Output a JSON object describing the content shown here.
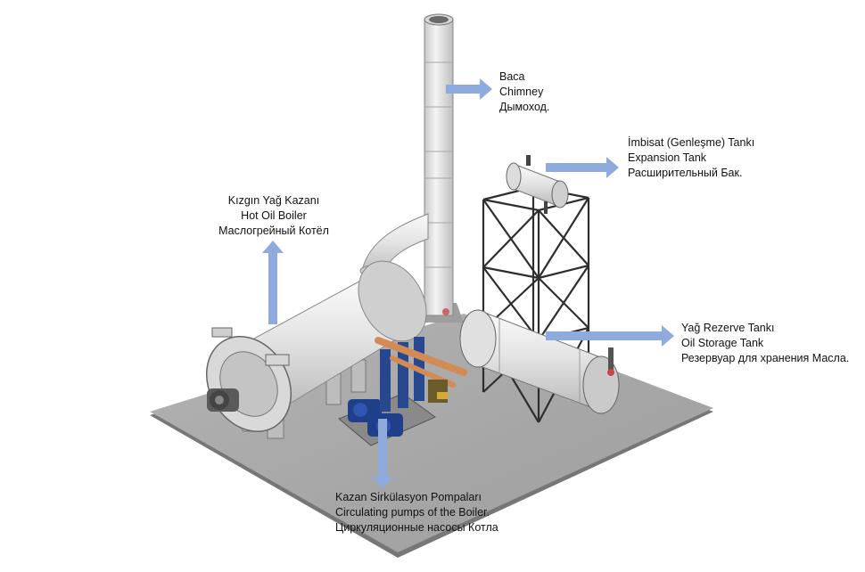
{
  "colors": {
    "arrow": "#8faadc",
    "ground": "#a9a9a9",
    "steel": "#e6e6e6",
    "frame": "#303030",
    "pump": "#1f3f8a",
    "pipe_accent": "#d48a55"
  },
  "labels": {
    "chimney": {
      "tr": "Baca",
      "en": "Chimney",
      "ru": "Дымоход."
    },
    "expansion_tank": {
      "tr": "İmbisat (Genleşme) Tankı",
      "en": "Expansion Tank",
      "ru": "Расширительный Бак."
    },
    "boiler": {
      "tr": "Kızgın Yağ Kazanı",
      "en": "Hot Oil Boiler",
      "ru": "Маслогрейный Котёл"
    },
    "storage_tank": {
      "tr": "Yağ Rezerve Tankı",
      "en": "Oil Storage Tank",
      "ru": "Резервуар для хранения Масла."
    },
    "pumps": {
      "tr": "Kazan Sirkülasyon Pompaları",
      "en": "Circulating pumps of the Boiler.",
      "ru": "Циркуляционные насосы Котла"
    }
  }
}
